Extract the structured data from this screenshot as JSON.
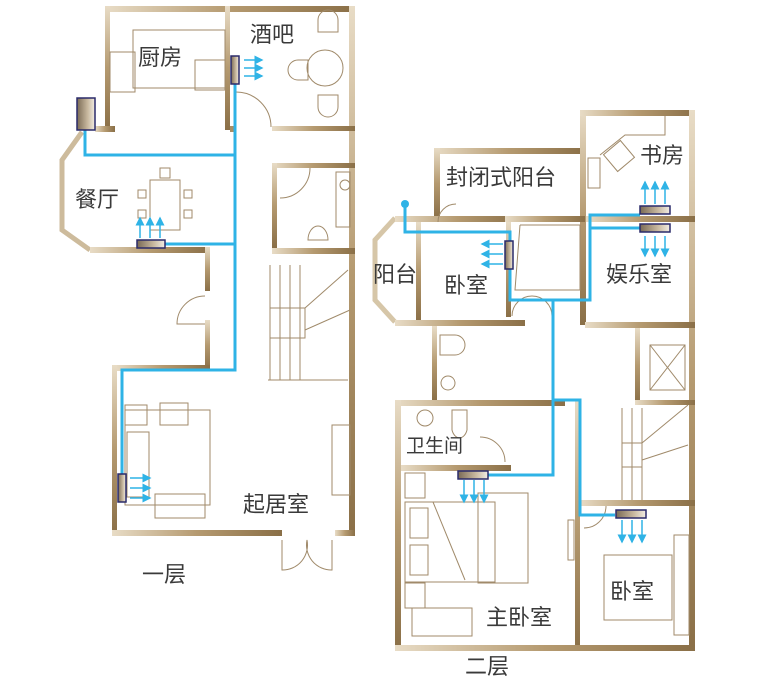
{
  "colors": {
    "wall": "#a88e66",
    "wall_dark": "#8a6f47",
    "furniture": "#a08a6a",
    "duct": "#2fb3e6",
    "ac_unit_border": "#2a2a6a",
    "text": "#3a3a3a"
  },
  "floors": [
    {
      "label": "一层",
      "rooms": [
        {
          "label": "厨房"
        },
        {
          "label": "酒吧"
        },
        {
          "label": "餐厅"
        },
        {
          "label": "起居室"
        }
      ]
    },
    {
      "label": "二层",
      "rooms": [
        {
          "label": "封闭式阳台"
        },
        {
          "label": "书房"
        },
        {
          "label": "阳台"
        },
        {
          "label": "卧室"
        },
        {
          "label": "娱乐室"
        },
        {
          "label": "卫生间"
        },
        {
          "label": "主卧室"
        },
        {
          "label": "卧室"
        }
      ]
    }
  ],
  "legend": {
    "indoor_unit_icon": "ac-indoor-unit-icon",
    "outdoor_unit_icon": "ac-outdoor-unit-icon",
    "airflow_icon": "airflow-arrow-icon"
  }
}
